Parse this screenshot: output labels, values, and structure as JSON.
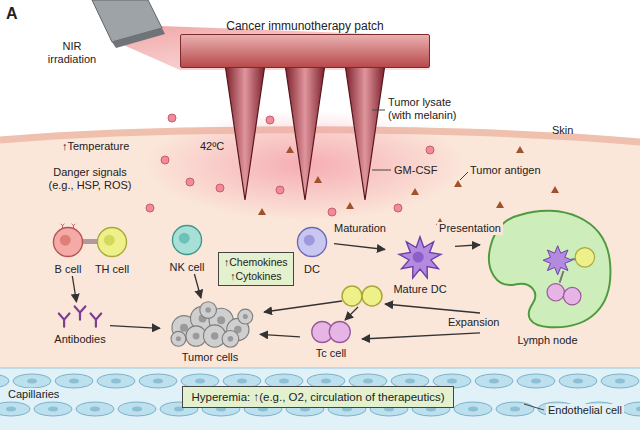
{
  "diagram": {
    "nodes": [
      {
        "text": [
          "Cancer immunotherapy patch"
        ]
      },
      {
        "text": [
          "B cell"
        ]
      },
      {
        "text": [
          "TH cell"
        ]
      },
      {
        "text": [
          "NK cell"
        ]
      },
      {
        "text": [
          "DC"
        ]
      },
      {
        "text": [
          "Mature DC"
        ]
      },
      {
        "text": [
          "Lymph node"
        ]
      },
      {
        "text": [
          "↑Chemokines",
          "↑Cytokines"
        ]
      },
      {
        "text": [
          "Antibodies"
        ]
      },
      {
        "text": [
          "Tumor cells"
        ]
      },
      {
        "text": [
          "Tc cell"
        ]
      },
      {
        "text": [
          "Hyperemia: ↑(e.g., O2, circulation of therapeutics)"
        ]
      }
    ],
    "edges": [
      {
        "from": 1,
        "to": 8,
        "arrow": "to"
      },
      {
        "from": 8,
        "to": 9,
        "arrow": "to"
      },
      {
        "from": 3,
        "to": 9,
        "arrow": "to"
      },
      {
        "from": 4,
        "to": 5,
        "label": "Maturation",
        "arrow": "to"
      },
      {
        "from": 5,
        "to": 6,
        "label": "Presentation",
        "arrow": "to"
      },
      {
        "from": 6,
        "to": 10,
        "arrow": "to"
      },
      {
        "from": 10,
        "to": 9,
        "arrow": "to"
      }
    ],
    "labels": [
      "A",
      "NIR irradiation",
      "↑Temperature",
      "42ºC",
      "Tumor lysate (with melanin)",
      "Skin",
      "Danger signals (e.g., HSP, ROS)",
      "GM-CSF",
      "Tumor antigen",
      "Expansion",
      "Capillaries",
      "Endothelial cell"
    ]
  }
}
